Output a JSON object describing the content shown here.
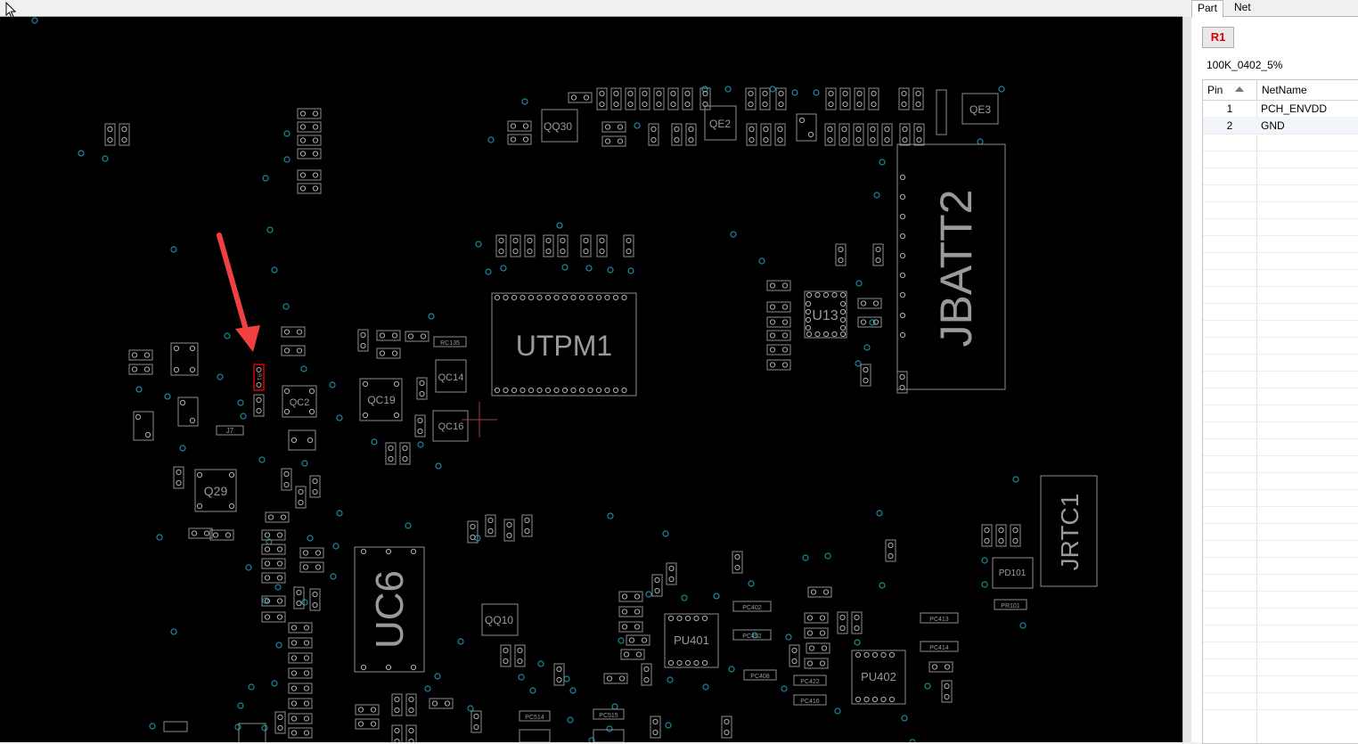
{
  "tabs": [
    {
      "label": "Part"
    },
    {
      "label": "Net"
    }
  ],
  "part": {
    "name": "R1",
    "value": "100K_0402_5%"
  },
  "grid": {
    "columns": [
      "Pin",
      "NetName"
    ],
    "rows": [
      {
        "pin": "1",
        "net": "PCH_ENVDD"
      },
      {
        "pin": "2",
        "net": "GND"
      }
    ]
  },
  "board": {
    "big_labels": [
      "JBATT2",
      "UTPM1",
      "UC6",
      "JRTC1"
    ],
    "medium_labels": [
      "QC19",
      "QC14",
      "QC16",
      "QC2",
      "Q29",
      "QQ30",
      "QE2",
      "QE3",
      "U13",
      "QQ10",
      "PU401",
      "PU402",
      "PD101"
    ],
    "small_labels": [
      "R1",
      "J7",
      "PR101",
      "PC413",
      "PC414",
      "PC402",
      "PC452",
      "PC408",
      "PC422",
      "PC416",
      "RC135",
      "PC514",
      "PC515"
    ],
    "highlight_color": "#e00000",
    "arrow_color": "#f04040",
    "via_color": "#1a8a9a"
  }
}
